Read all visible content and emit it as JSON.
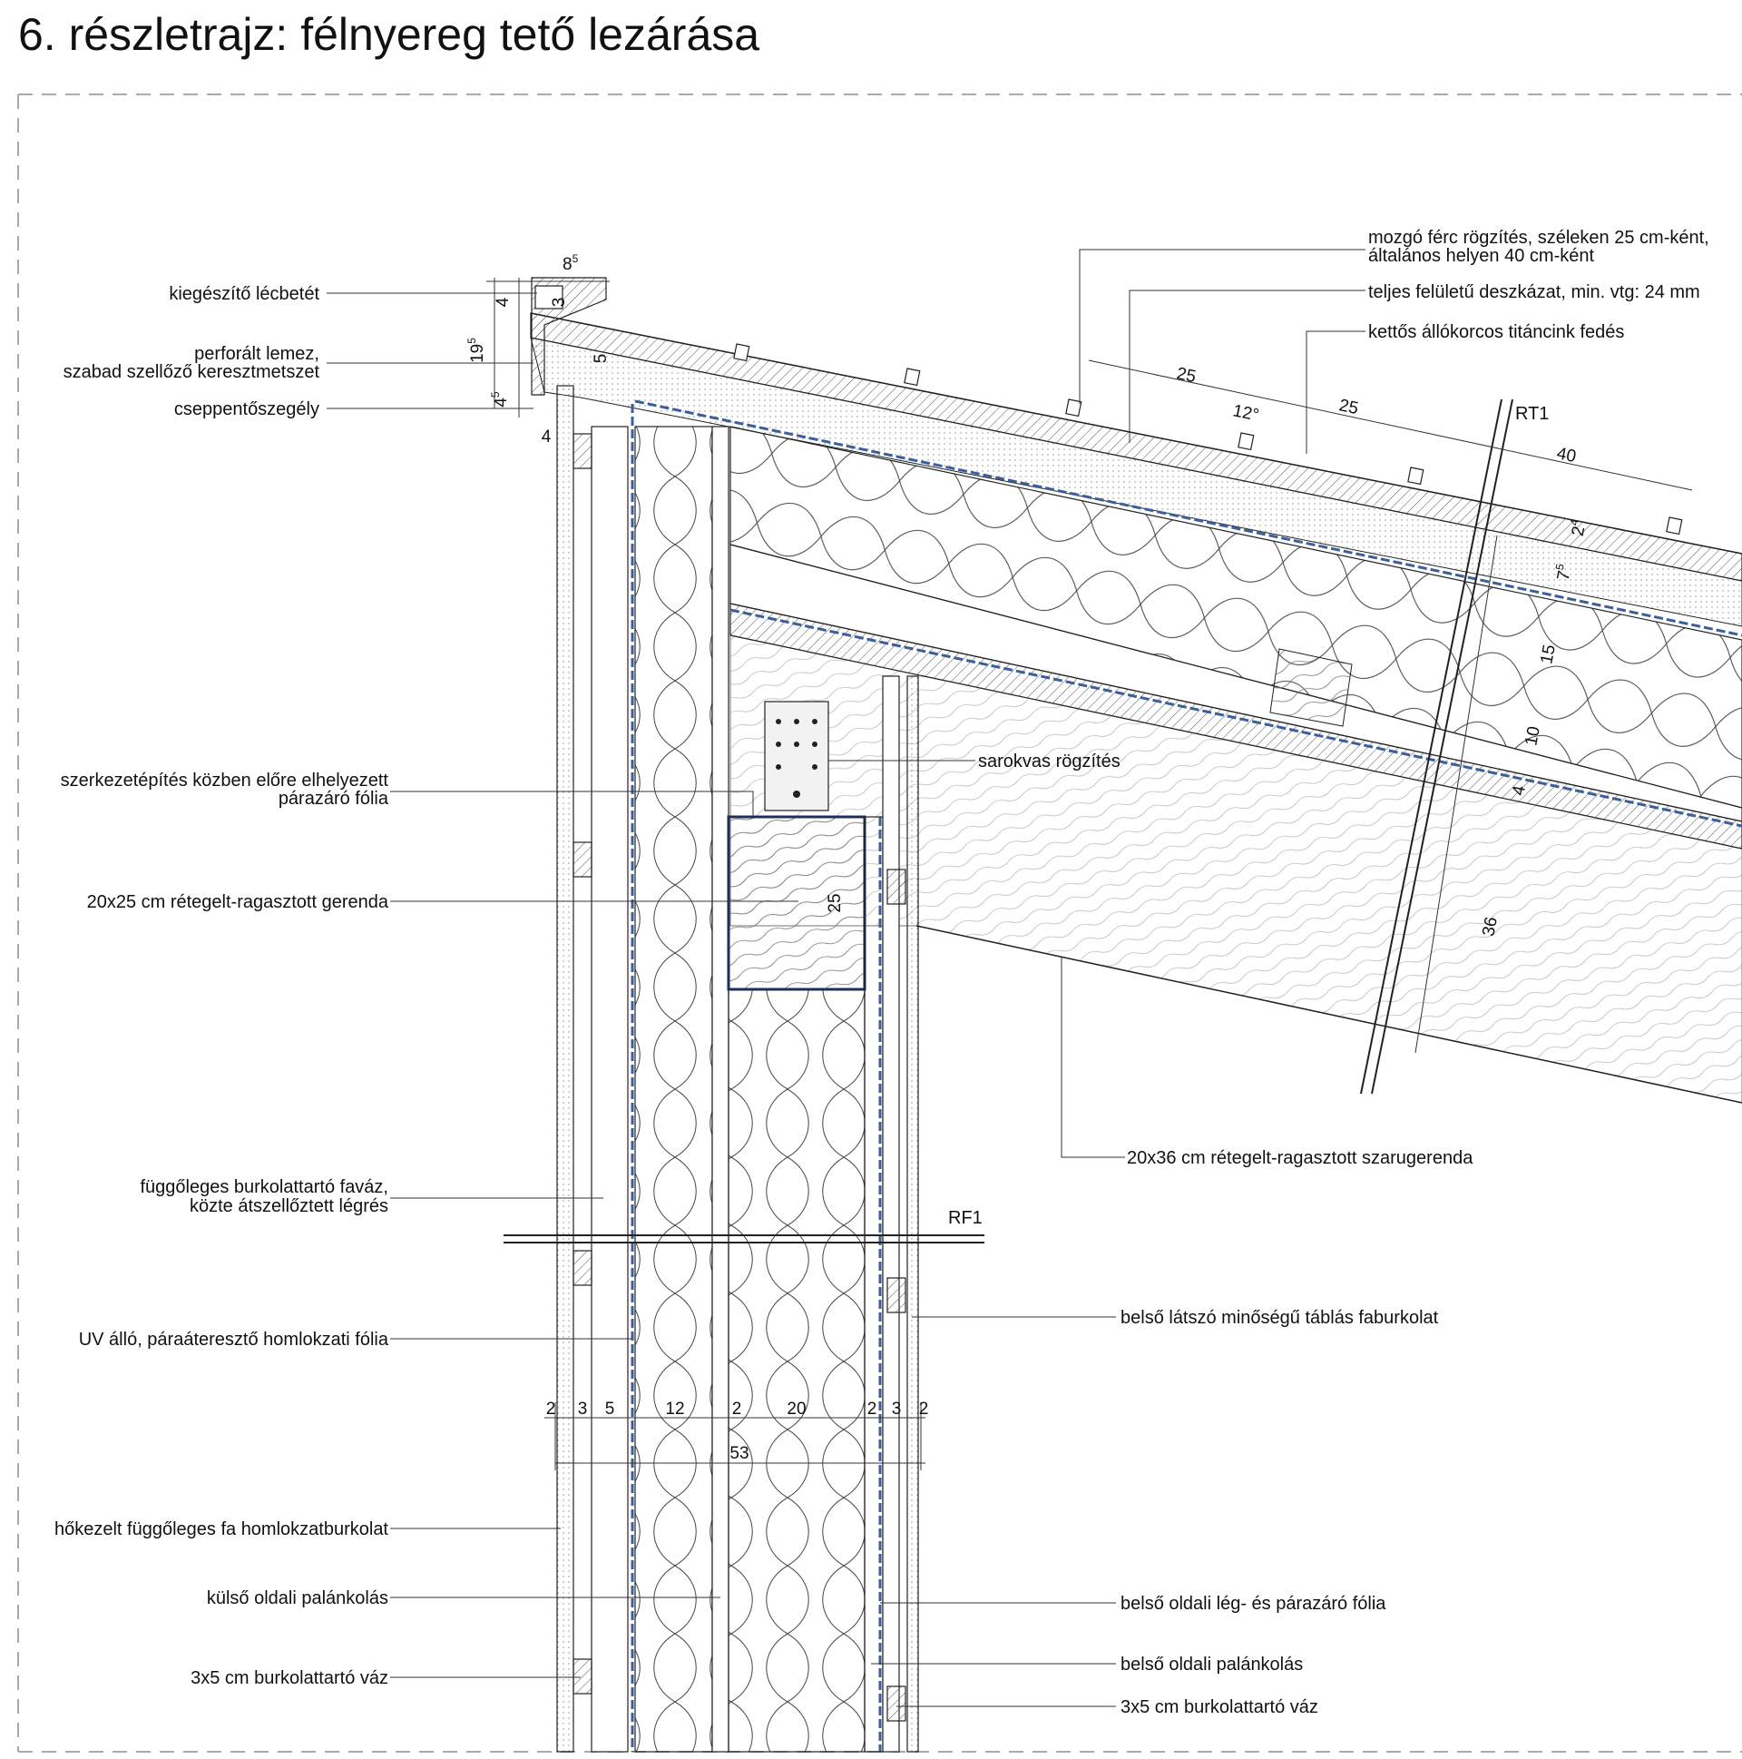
{
  "title": "6. részletrajz: félnyereg tető lezárása",
  "colors": {
    "line": "#1a1a1a",
    "membrane_blue": "#3b5f9a",
    "beam_outline": "#1e2f5a",
    "frame": "#aaaaaa"
  },
  "labels_left": {
    "lecbetet": "kiegészítő lécbetét",
    "perforalt_1": "perforált lemez,",
    "perforalt_2": "szabad szellőző keresztmetszet",
    "cseppento": "cseppentőszegély",
    "parazaro_1": "szerkezetépítés közben előre elhelyezett",
    "parazaro_2": "párazáró fólia",
    "gerenda": "20x25 cm rétegelt-ragasztott gerenda",
    "favaz_1": "függőleges burkolattartó faváz,",
    "favaz_2": "közte átszellőztett légrés",
    "uv_folia": "UV álló, páraáteresztő homlokzati fólia",
    "homlokzat": "hőkezelt függőleges fa homlokzatburkolat",
    "kulso_palank": "külső oldali palánkolás",
    "burk_vaz_left": "3x5 cm burkolattartó váz"
  },
  "labels_right": {
    "ferc_1": "mozgó férc rögzítés, széleken 25 cm-ként,",
    "ferc_2": "általános helyen 40 cm-ként",
    "deszkazat": "teljes felületű deszkázat, min. vtg: 24 mm",
    "fedes": "kettős állókorcos titáncink fedés",
    "sarokvas": "sarokvas rögzítés",
    "szarugerenda": "20x36 cm rétegelt-ragasztott szarugerenda",
    "faburkolat": "belső látszó minőségű táblás faburkolat",
    "leg_para": "belső oldali lég- és párazáró fólia",
    "belso_palank": "belső oldali palánkolás",
    "burk_vaz_right": "3x5 cm burkolattartó váz"
  },
  "section_marks": {
    "rt1": "RT1",
    "rf1": "RF1"
  },
  "dims": {
    "d8": "8",
    "d8_sup": "5",
    "d4_top": "4",
    "d3_top": "3",
    "d19": "19",
    "d19_sup": "5",
    "d5": "5",
    "d4a": "4",
    "d4a_sup": "5",
    "d4_bottom": "4",
    "r25a": "25",
    "r12": "12°",
    "r25b": "25",
    "r40": "40",
    "r2": "2",
    "r2_sup": "4",
    "r7": "7",
    "r7_sup": "5",
    "r15": "15",
    "r10": "10",
    "r4": "4",
    "r36": "36",
    "beam25": "25",
    "w2a": "2",
    "w3a": "3",
    "w5": "5",
    "w12": "12",
    "w2b": "2",
    "w20": "20",
    "w2c": "2",
    "w3b": "3",
    "w2d": "2",
    "w53": "53"
  }
}
